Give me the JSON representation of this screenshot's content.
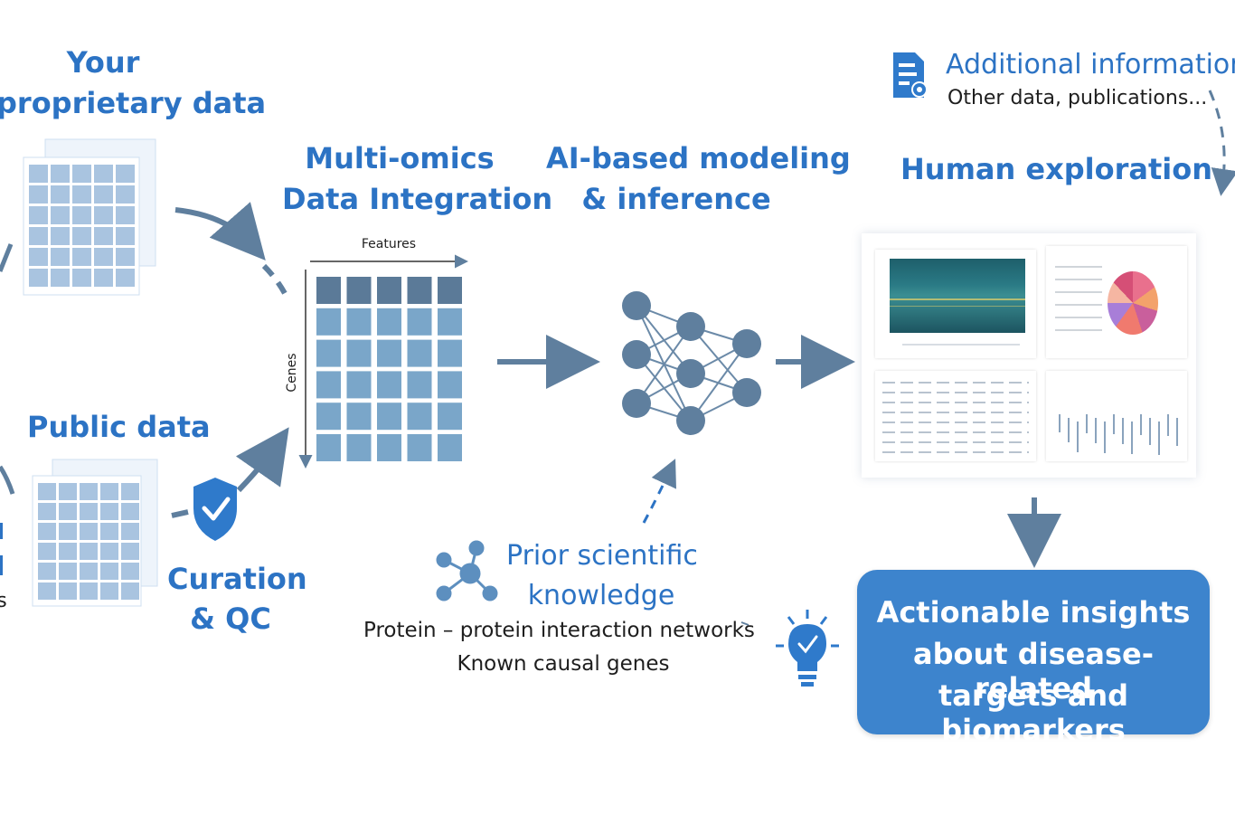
{
  "labels": {
    "proprietary_line1": "Your",
    "proprietary_line2": "proprietary data",
    "public": "Public data",
    "curation_line1": "Curation",
    "curation_line2": "& QC",
    "integration_line1": "Multi-omics",
    "integration_line2": "Data Integration",
    "features_axis": "Features",
    "genes_axis": "Cenes",
    "ai_line1": "AI-based modeling",
    "ai_line2": "& inference",
    "human": "Human exploration",
    "additional_title": "Additional information",
    "additional_sub": "Other data, publications...",
    "prior_line1": "Prior scientific",
    "prior_line2": "knowledge",
    "prior_sub1": "Protein – protein interaction networks",
    "prior_sub2": "Known causal genes",
    "insight_line1": "Actionable insights",
    "insight_line2": "about disease-related",
    "insight_line3": "targets and biomarkers",
    "cut_left_fragment": "s"
  },
  "colors": {
    "title_blue": "#2c73c4",
    "arrow_slate": "#5f7f9e",
    "insight_box": "#3d84cd",
    "matrix_dark": "#5b7a98",
    "matrix_light": "#7aa6c9",
    "grid_blue": "#a9c4e0"
  },
  "icons": [
    "document-gear-icon",
    "checkmark-shield-icon",
    "network-molecule-icon",
    "lightbulb-icon",
    "neural-network-icon"
  ]
}
